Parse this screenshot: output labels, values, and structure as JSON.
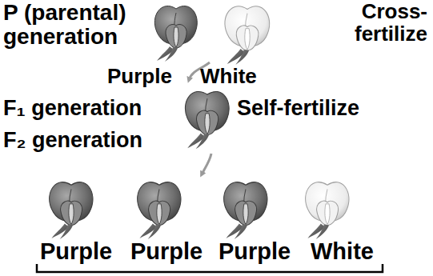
{
  "diagram": {
    "labels": [
      "P (parental) generation",
      "Cross-fertilize",
      "Purple",
      "White",
      "F₁ generation",
      "Self-fertilize",
      "F₂ generation",
      "Purple",
      "Purple",
      "Purple",
      "White"
    ]
  }
}
